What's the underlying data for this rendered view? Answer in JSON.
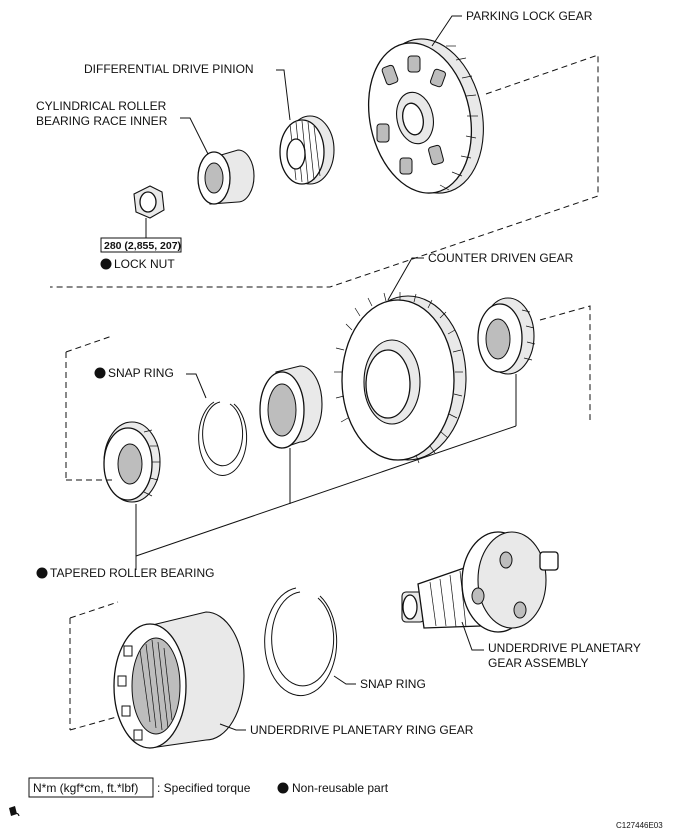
{
  "labels": {
    "parking_lock_gear": "PARKING LOCK GEAR",
    "differential_drive_pinion": "DIFFERENTIAL DRIVE PINION",
    "cylindrical_roller_line1": "CYLINDRICAL ROLLER",
    "cylindrical_roller_line2": "BEARING RACE INNER",
    "torque_value": "280 (2,855, 207)",
    "lock_nut": "LOCK NUT",
    "counter_driven_gear": "COUNTER DRIVEN GEAR",
    "snap_ring_upper": "SNAP RING",
    "tapered_roller_bearing": "TAPERED ROLLER BEARING",
    "underdrive_planetary_line1": "UNDERDRIVE PLANETARY",
    "underdrive_planetary_line2": "GEAR ASSEMBLY",
    "snap_ring_lower": "SNAP RING",
    "underdrive_ring_gear": "UNDERDRIVE PLANETARY RING GEAR"
  },
  "legend": {
    "torque_unit": "N*m (kgf*cm, ft.*lbf)",
    "torque_desc": ": Specified torque",
    "nonreusable_desc": "Non-reusable part"
  },
  "figure_code": "C127446E03"
}
